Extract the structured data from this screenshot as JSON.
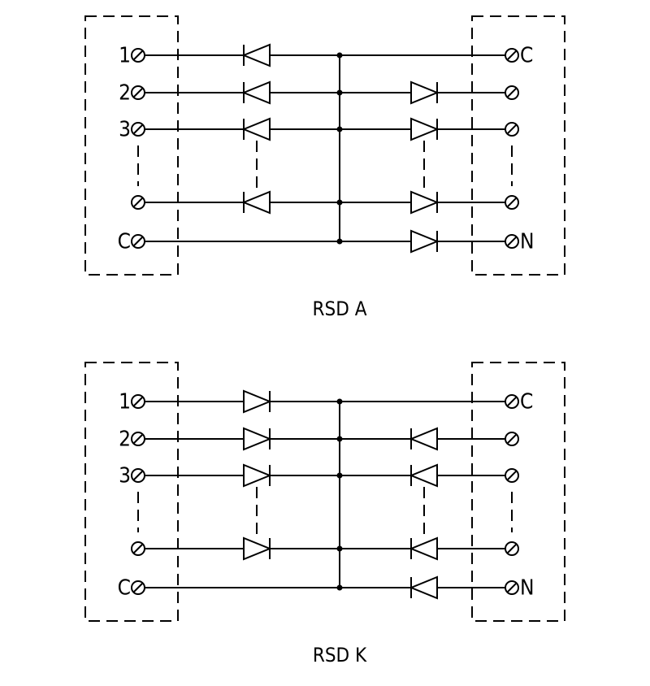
{
  "diagrams": [
    {
      "title": "RSD A",
      "left_labels": [
        "1",
        "2",
        "3",
        "",
        "C"
      ],
      "right_labels": [
        "C",
        "",
        "",
        "",
        "N"
      ],
      "left_diodes": [
        "left",
        "left",
        "left",
        "left",
        null
      ],
      "right_diodes": [
        null,
        "right",
        "right",
        "right",
        "right"
      ]
    },
    {
      "title": "RSD K",
      "left_labels": [
        "1",
        "2",
        "3",
        "",
        "C"
      ],
      "right_labels": [
        "C",
        "",
        "",
        "",
        "N"
      ],
      "left_diodes": [
        "right",
        "right",
        "right",
        "right",
        null
      ],
      "right_diodes": [
        null,
        "left",
        "left",
        "left",
        "left"
      ]
    }
  ]
}
